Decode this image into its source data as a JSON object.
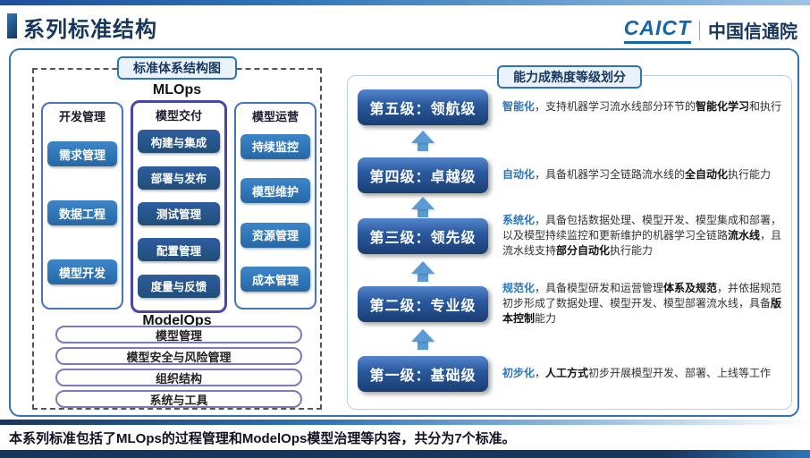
{
  "header": {
    "title": "系列标准结构",
    "logo_caict": "CAICT",
    "logo_cn": "中国信通院"
  },
  "left_panel": {
    "badge": "标准体系结构图",
    "mlops_label": "MLOps",
    "columns": [
      {
        "title": "开发管理",
        "items": [
          "需求管理",
          "数据工程",
          "模型开发"
        ]
      },
      {
        "title": "模型交付",
        "items": [
          "构建与集成",
          "部署与发布",
          "测试管理",
          "配置管理",
          "度量与反馈"
        ]
      },
      {
        "title": "模型运营",
        "items": [
          "持续监控",
          "模型维护",
          "资源管理",
          "成本管理"
        ]
      }
    ],
    "modelops_label": "ModelOps",
    "rows": [
      "模型管理",
      "模型安全与风险管理",
      "组织结构",
      "系统与工具"
    ]
  },
  "right_panel": {
    "badge": "能力成熟度等级划分",
    "keyword_color": "#2e75b6",
    "levels": [
      {
        "title": "第五级：领航级",
        "keyword": "智能化",
        "segments": [
          {
            "t": "，支持机器学习流水线部分环节的"
          },
          {
            "t": "智能化学习",
            "b": true
          },
          {
            "t": "和执行"
          }
        ]
      },
      {
        "title": "第四级：卓越级",
        "keyword": "自动化",
        "segments": [
          {
            "t": "，具备机器学习全链路流水线的"
          },
          {
            "t": "全自动化",
            "b": true
          },
          {
            "t": "执行能力"
          }
        ]
      },
      {
        "title": "第三级：领先级",
        "keyword": "系统化",
        "segments": [
          {
            "t": "，具备包括数据处理、模型开发、模型集成和部署，以及模型持续监控和更新维护的机器学习全链路"
          },
          {
            "t": "流水线",
            "b": true
          },
          {
            "t": "，且流水线支持"
          },
          {
            "t": "部分自动化",
            "b": true
          },
          {
            "t": "执行能力"
          }
        ]
      },
      {
        "title": "第二级：专业级",
        "keyword": "规范化",
        "segments": [
          {
            "t": "，具备模型研发和运营管理"
          },
          {
            "t": "体系及规范",
            "b": true
          },
          {
            "t": "，并依据规范初步形成了数据处理、模型开发、模型部署流水线，具备"
          },
          {
            "t": "版本控制",
            "b": true
          },
          {
            "t": "能力"
          }
        ]
      },
      {
        "title": "第一级：基础级",
        "keyword": "初步化",
        "segments": [
          {
            "t": "，"
          },
          {
            "t": "人工方式",
            "b": true
          },
          {
            "t": "初步开展模型开发、部署、上线等工作"
          }
        ]
      }
    ]
  },
  "footer": {
    "text": "本系列标准包括了MLOps的过程管理和ModelOps模型治理等内容，共分为7个标准。"
  },
  "colors": {
    "accent_blue": "#2e75b6",
    "navy": "#17365d",
    "arrow_blue": "#5b9bd5",
    "delivery_border": "#4547a9",
    "modelops_row_border": "#7a7abf"
  }
}
